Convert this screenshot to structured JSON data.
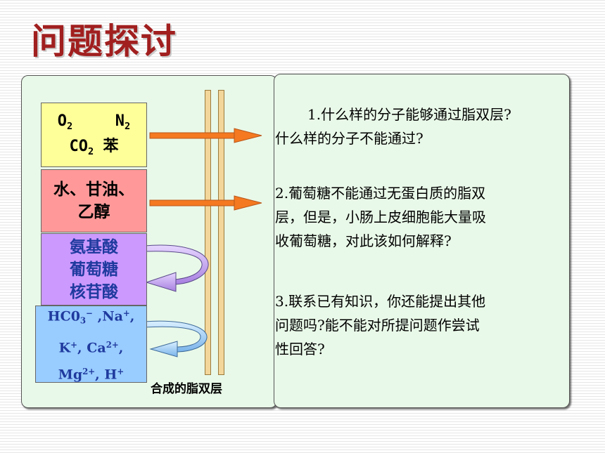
{
  "title": "问题探讨",
  "boxes": {
    "gases": {
      "o2": "O",
      "o2_sub": "2",
      "n2": "N",
      "n2_sub": "2",
      "co2": "CO",
      "co2_sub": "2",
      "benzene": "苯",
      "color": "#ffff99"
    },
    "polar": {
      "line1": "水、甘油、",
      "line2": "乙醇",
      "color": "#ff9999"
    },
    "organic": {
      "line1": "氨基酸",
      "line2": "葡萄糖",
      "line3": "核苷酸",
      "color": "#cc99ff"
    },
    "ions": {
      "hco3": "HC0",
      "hco3_sub": "3",
      "hco3_sup": "−",
      "sep1": " ,Na",
      "na_sup": "+",
      "sep2": ",",
      "k": "K",
      "k_sup": "+",
      "sep3": ", Ca",
      "ca_sup": "2+",
      "sep4": ",",
      "mg": "Mg",
      "mg_sup": "2+",
      "sep5": ", H",
      "h_sup": "+",
      "color": "#99ccff"
    }
  },
  "membrane_label": "合成的脂双层",
  "questions": {
    "q1": {
      "line1": "1.什么样的分子能够通过脂双层?",
      "line2": "什么样的分子不能通过?"
    },
    "q2": {
      "line1": "2.葡萄糖不能通过无蛋白质的脂双",
      "line2": "层，但是，小肠上皮细胞能大量吸",
      "line3": "收葡萄糖，对此该如何解释?"
    },
    "q3": {
      "line1": "3.联系已有知识，你还能提出其他",
      "line2": "问题吗?能不能对所提问题作尝试",
      "line3": "性回答?"
    }
  },
  "colors": {
    "title": "#a11f1f",
    "panel": "#e9f9e9",
    "pass_arrow": "#f47920",
    "purple_arrow": "#b48de8",
    "blue_arrow": "#8ec3f0"
  }
}
